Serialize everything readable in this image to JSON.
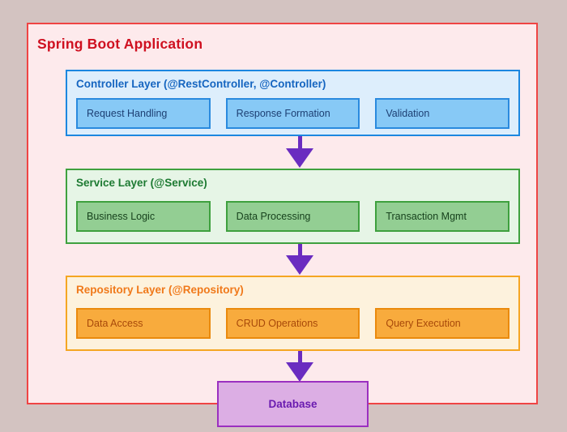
{
  "diagram": {
    "title": "Spring Boot Application",
    "accent_color": "#cf1020",
    "background_color": "#d3c3c1",
    "frame_fill": "#fdeaec",
    "layers": [
      {
        "id": "controller",
        "title": "Controller Layer (@RestController, @Controller)",
        "title_color": "#1565c0",
        "panel_fill": "#ddeefc",
        "panel_border": "#1b87e0",
        "chip_fill": "#87c9f6",
        "chips": [
          "Request Handling",
          "Response Formation",
          "Validation"
        ]
      },
      {
        "id": "service",
        "title": "Service Layer (@Service)",
        "title_color": "#1d7a32",
        "panel_fill": "#e6f5e6",
        "panel_border": "#3fa13f",
        "chip_fill": "#93ce93",
        "chips": [
          "Business Logic",
          "Data Processing",
          "Transaction Mgmt"
        ]
      },
      {
        "id": "repository",
        "title": "Repository Layer (@Repository)",
        "title_color": "#f0791a",
        "panel_fill": "#fdf2dd",
        "panel_border": "#f5a623",
        "chip_fill": "#f8ab3d",
        "chips": [
          "Data Access",
          "CRUD Operations",
          "Query Execution"
        ]
      }
    ],
    "database": {
      "label": "Database",
      "fill": "#dcaee4",
      "border": "#9b30c0",
      "text_color": "#6a1bb0"
    },
    "arrows": {
      "color": "#6a2cc0",
      "direction": "down",
      "connections": [
        {
          "from": "controller",
          "to": "service"
        },
        {
          "from": "service",
          "to": "repository"
        },
        {
          "from": "repository",
          "to": "database"
        }
      ]
    }
  }
}
